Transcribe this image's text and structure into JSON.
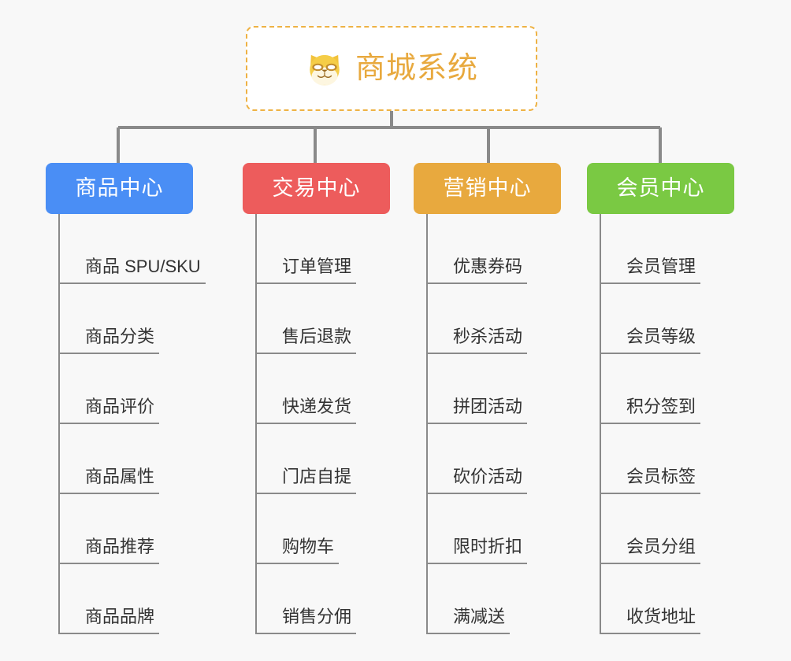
{
  "diagram": {
    "title": "商城系统",
    "background_color": "#f8f8f8",
    "line_color": "#8a8a8a",
    "root": {
      "label": "商城系统",
      "icon": "shiba-dog-face-icon",
      "text_color": "#e8a93e",
      "border_color": "#eeb244",
      "background_color": "#ffffff"
    },
    "branches": [
      {
        "label": "商品中心",
        "color": "#4a8ef5",
        "items": [
          "商品 SPU/SKU",
          "商品分类",
          "商品评价",
          "商品属性",
          "商品推荐",
          "商品品牌"
        ]
      },
      {
        "label": "交易中心",
        "color": "#ed5c5c",
        "items": [
          "订单管理",
          "售后退款",
          "快递发货",
          "门店自提",
          "购物车",
          "销售分佣"
        ]
      },
      {
        "label": "营销中心",
        "color": "#e8a93e",
        "items": [
          "优惠券码",
          "秒杀活动",
          "拼团活动",
          "砍价活动",
          "限时折扣",
          "满减送"
        ]
      },
      {
        "label": "会员中心",
        "color": "#7ac943",
        "items": [
          "会员管理",
          "会员等级",
          "积分签到",
          "会员标签",
          "会员分组",
          "收货地址"
        ]
      }
    ]
  }
}
